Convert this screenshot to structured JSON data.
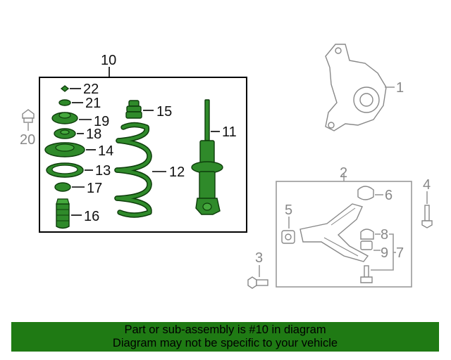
{
  "callouts": {
    "c1": "1",
    "c2": "2",
    "c3": "3",
    "c4": "4",
    "c5": "5",
    "c6": "6",
    "c7": "7",
    "c8": "8",
    "c9": "9",
    "c10": "10",
    "c11": "11",
    "c12": "12",
    "c13": "13",
    "c14": "14",
    "c15": "15",
    "c16": "16",
    "c17": "17",
    "c18": "18",
    "c19": "19",
    "c20": "20",
    "c21": "21",
    "c22": "22"
  },
  "banner": {
    "line1": "Part or sub-assembly is #10 in diagram",
    "line2": "Diagram may not be specific to your vehicle"
  },
  "colors": {
    "highlight_part": "#2f8a2a",
    "banner_bg": "#1f7a14",
    "non_highlight": "#888888"
  }
}
